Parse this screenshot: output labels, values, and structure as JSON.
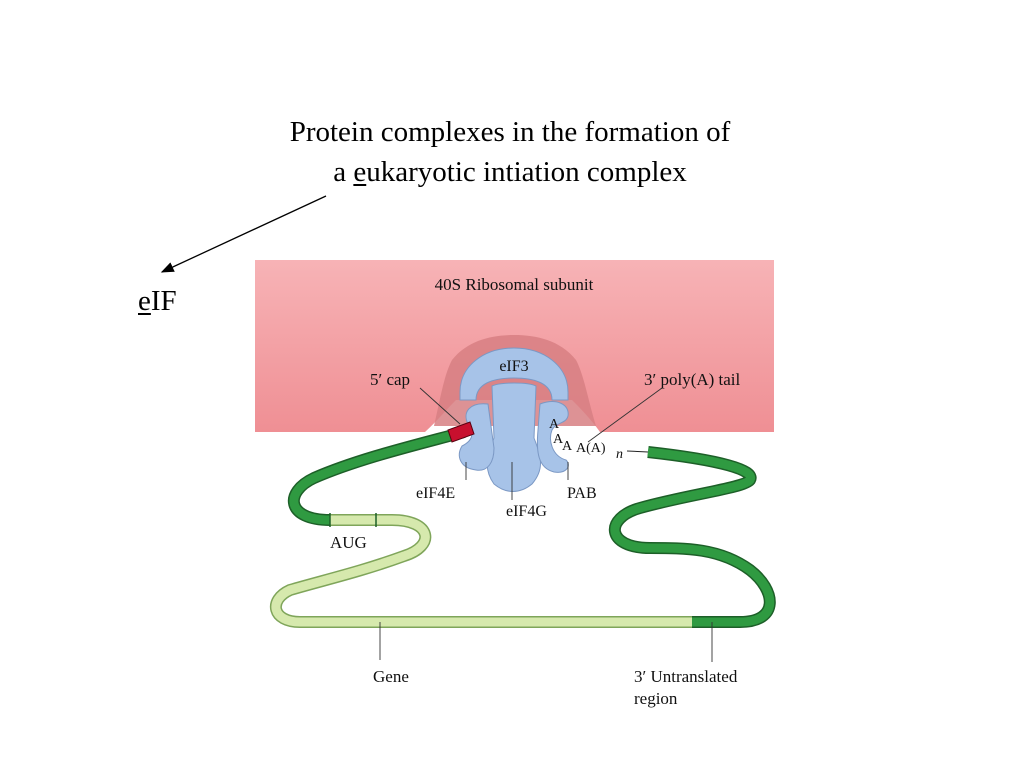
{
  "slide": {
    "title_line1": "Protein complexes in the formation of",
    "title_line2_pre": "a ",
    "title_line2_u": "e",
    "title_line2_post": "ukaryotic intiation complex",
    "eif_u": "e",
    "eif_rest": "IF"
  },
  "diagram": {
    "subunit_label": "40S Ribosomal subunit",
    "eif3": "eIF3",
    "cap5": "5′ cap",
    "polyA_tail": "3′ poly(A) tail",
    "a1": "A",
    "a2": "A",
    "a3": "A",
    "a_tail": "A(A)",
    "n": "n",
    "eif4e": "eIF4E",
    "eif4g": "eIF4G",
    "pab": "PAB",
    "aug": "AUG",
    "gene": "Gene",
    "utr_line1": "3′ Untranslated",
    "utr_line2": "region"
  },
  "colors": {
    "ribosome": "#f4a2a4",
    "protein": "#a7c3e8",
    "mrna_dark": "#2f9a41",
    "mrna_light": "#d6e9ad",
    "cap": "#c8102e"
  }
}
